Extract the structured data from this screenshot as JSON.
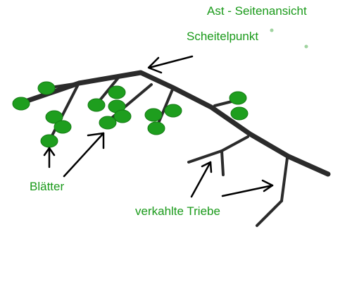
{
  "labels": {
    "title": "Ast - Seitenansicht",
    "apex": "Scheitelpunkt",
    "leaves": "Blätter",
    "bare_shoots": "verkahlte Triebe"
  },
  "colors": {
    "branch": "#2b2b2b",
    "leaf": "#1e9e1e",
    "text": "#1a9a1a",
    "arrow": "#000000"
  }
}
